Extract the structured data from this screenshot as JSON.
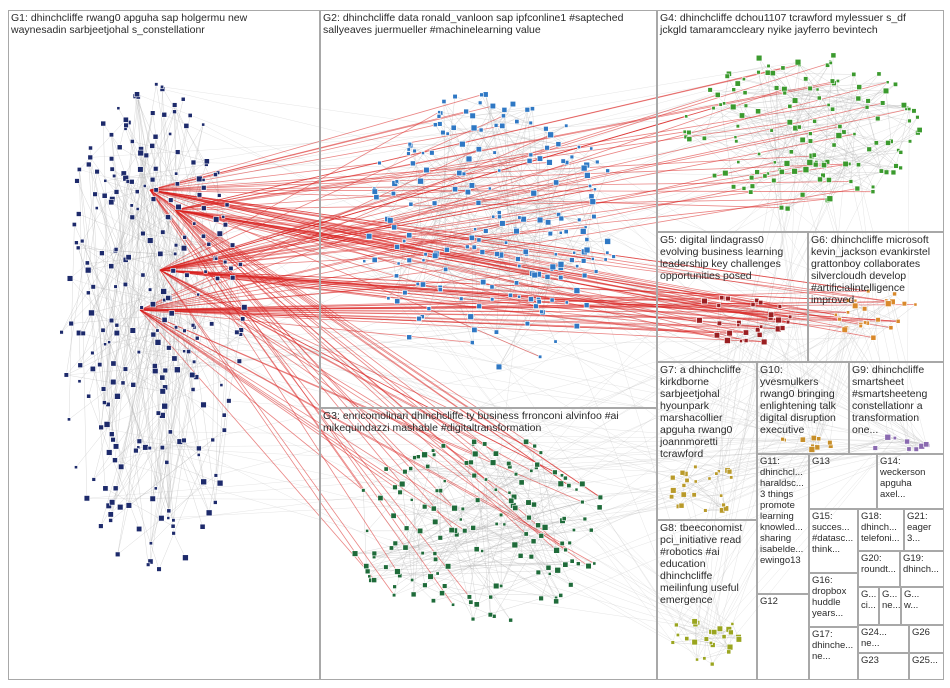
{
  "groups": [
    {
      "id": "G1",
      "label": "G1: dhinchcliffe rwang0 apguha sap holgermu new\nwaynesadin sarbjeetjohal s_constellationr",
      "color": "#1d2a6b"
    },
    {
      "id": "G2",
      "label": "G2: dhinchcliffe data ronald_vanloon sap ipfconline1 #sapteched\nsallyeaves juermueller #machinelearning value",
      "color": "#2f78c4"
    },
    {
      "id": "G3",
      "label": "G3: enricomolinari dhinchcliffe ty business frronconi alvinfoo #ai\nmikequindazzi mashable #digitaltransformation",
      "color": "#1f6b3a"
    },
    {
      "id": "G4",
      "label": "G4: dhinchcliffe dchou1107 tcrawford mylessuer s_df\njckgld tamaramccleary nyike jayferro bevintech",
      "color": "#3b9a2e"
    },
    {
      "id": "G5",
      "label": "G5: digital lindagrass0\nevolving business learning\nleadership key challenges\nopportunities posed",
      "color": "#9a1f22"
    },
    {
      "id": "G6",
      "label": "G6: dhinchcliffe microsoft\nkevin_jackson evankirstel\ngrattonboy collaborates\nsilvercloudh develop\n#artificialintelligence\nimproved",
      "color": "#d9892b"
    },
    {
      "id": "G7",
      "label": "G7: a dhinchcliffe\nkirkdborne\nsarbjeetjohal\nhyounpark\nmarshacollier\napguha rwang0\njoannmoretti\ntcrawford",
      "color": "#b99a2a"
    },
    {
      "id": "G8",
      "label": "G8: tbeeconomist\npci_initiative read\n#robotics #ai\neducation\ndhinchcliffe\nmeilinfung useful\nemergence",
      "color": "#9aa51f"
    },
    {
      "id": "G9",
      "label": "G9: dhinchcliffe\nsmartsheet\n#smartsheeteng\nconstellationr a\ntransformation\none...",
      "color": "#8a6ab0"
    },
    {
      "id": "G10",
      "label": "G10:\nyvesmulkers\nrwang0 bringing\nenlightening talk\ndigital disruption\nexecutive",
      "color": "#c78f2a"
    },
    {
      "id": "G11",
      "label": "G11:\ndhinchcl...\nharaldsc...\n3 things\npromote\nlearning\nknowled...\nsharing\nisabelde...\newingo13",
      "color": "#9c9c9c"
    },
    {
      "id": "G12",
      "label": "G12",
      "color": "#7a7a7a"
    },
    {
      "id": "G13",
      "label": "G13",
      "color": "#6a8ac4"
    },
    {
      "id": "G14",
      "label": "G14:\nweckerson\napguha\naxel...",
      "color": "#7a5a9a"
    },
    {
      "id": "G15",
      "label": "G15:\nsucces...\n#datasc...\nthink...",
      "color": "#6a9a6a"
    },
    {
      "id": "G16",
      "label": "G16:\ndropbox\nhuddle\nyears...",
      "color": "#b04a8a"
    },
    {
      "id": "G17",
      "label": "G17:\ndhinche...\nne...",
      "color": "#5a7ab0"
    },
    {
      "id": "G18",
      "label": "G18:\ndhinch...\ntelefoni...",
      "color": "#c04a4a"
    },
    {
      "id": "G19",
      "label": "G19:\ndhinch...",
      "color": "#4a9a9a"
    },
    {
      "id": "G20",
      "label": "G20:\nroundt...",
      "color": "#8a8a3a"
    },
    {
      "id": "G21",
      "label": "G21:\neager\n3...",
      "color": "#9a5a3a"
    },
    {
      "id": "G22",
      "label": "G...\nci...",
      "color": "#5a5a9a"
    },
    {
      "id": "G23",
      "label": "G23",
      "color": "#3a7a5a"
    },
    {
      "id": "G24",
      "label": "G24...\nne...",
      "color": "#7a3a7a"
    },
    {
      "id": "G25",
      "label": "G25...",
      "color": "#3a5a7a"
    },
    {
      "id": "G26",
      "label": "G26",
      "color": "#6a6a6a"
    },
    {
      "id": "G27",
      "label": "G...\nne...",
      "color": "#4a6a8a"
    },
    {
      "id": "G28",
      "label": "G...\nw...",
      "color": "#8a4a6a"
    }
  ],
  "colors": {
    "edge_gray": "#b4b4b4",
    "edge_red": "#d9201f",
    "border": "#a8a8a8"
  }
}
